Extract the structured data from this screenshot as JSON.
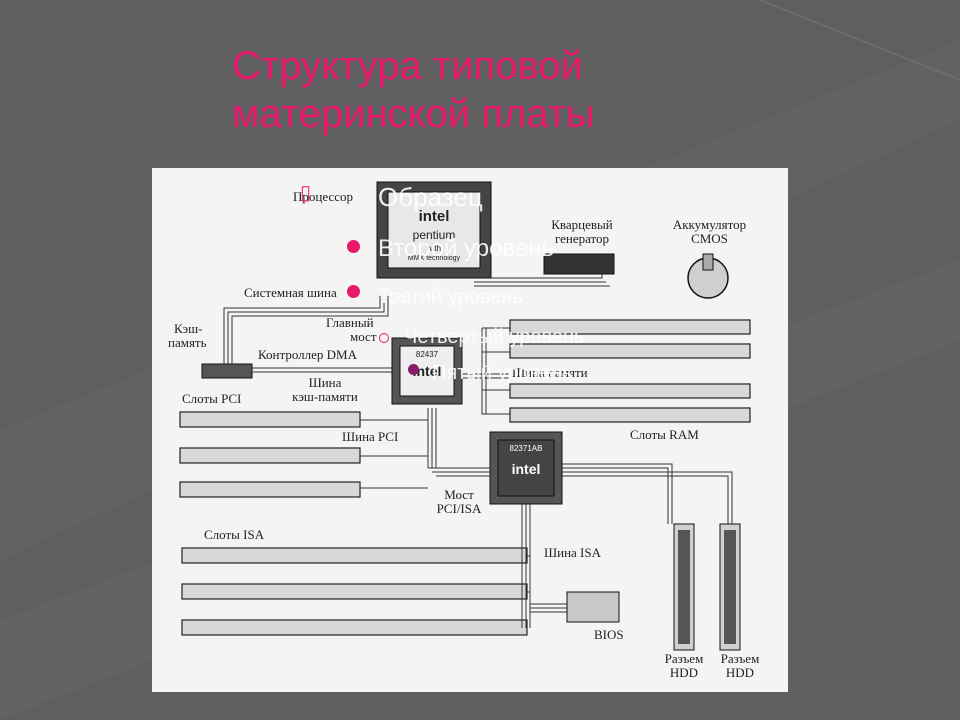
{
  "slide": {
    "title_line1": "Структура типовой",
    "title_line2": "материнской платы",
    "title_color": "#e8196a",
    "background_color": "#5f5f5f"
  },
  "overlay_list": {
    "items": [
      "Образец",
      "Второй уровень",
      "Третий уровень",
      "Четвертый уровень",
      "Пятый уровень"
    ],
    "bullet_colors": [
      "#e8196a",
      "#e8196a",
      "#e8196a",
      "#e8196a",
      "#8a1a6a"
    ],
    "missing_glyph": "▯"
  },
  "diagram": {
    "labels": {
      "processor": "Процессор",
      "quartz_1": "Кварцевый",
      "quartz_2": "генератор",
      "battery_1": "Аккумулятор",
      "battery_2": "CMOS",
      "system_bus": "Системная шина",
      "cache_1": "Кэш-",
      "cache_2": "память",
      "main_bridge_1": "Главный",
      "main_bridge_2": "мост",
      "dma": "Контроллер DMA",
      "cache_bus_1": "Шина",
      "cache_bus_2": "кэш-памяти",
      "memory_bus": "Шина памяти",
      "pci_slots": "Слоты PCI",
      "pci_bus": "Шина PCI",
      "ram_slots": "Слоты RAM",
      "pci_isa_bridge_1": "Мост",
      "pci_isa_bridge_2": "PCI/ISA",
      "isa_slots": "Слоты ISA",
      "isa_bus": "Шина ISA",
      "bios": "BIOS",
      "hdd1_1": "Разъем",
      "hdd1_2": "HDD",
      "hdd2_1": "Разъем",
      "hdd2_2": "HDD"
    },
    "cpu_chip": {
      "brand": "intel",
      "model": "pentium",
      "sub1": "with",
      "sub2": "MMX technology"
    },
    "bridge_chip": {
      "brand": "intel",
      "code": "82437"
    },
    "isa_chip": {
      "brand": "intel",
      "code": "82371AB"
    }
  }
}
